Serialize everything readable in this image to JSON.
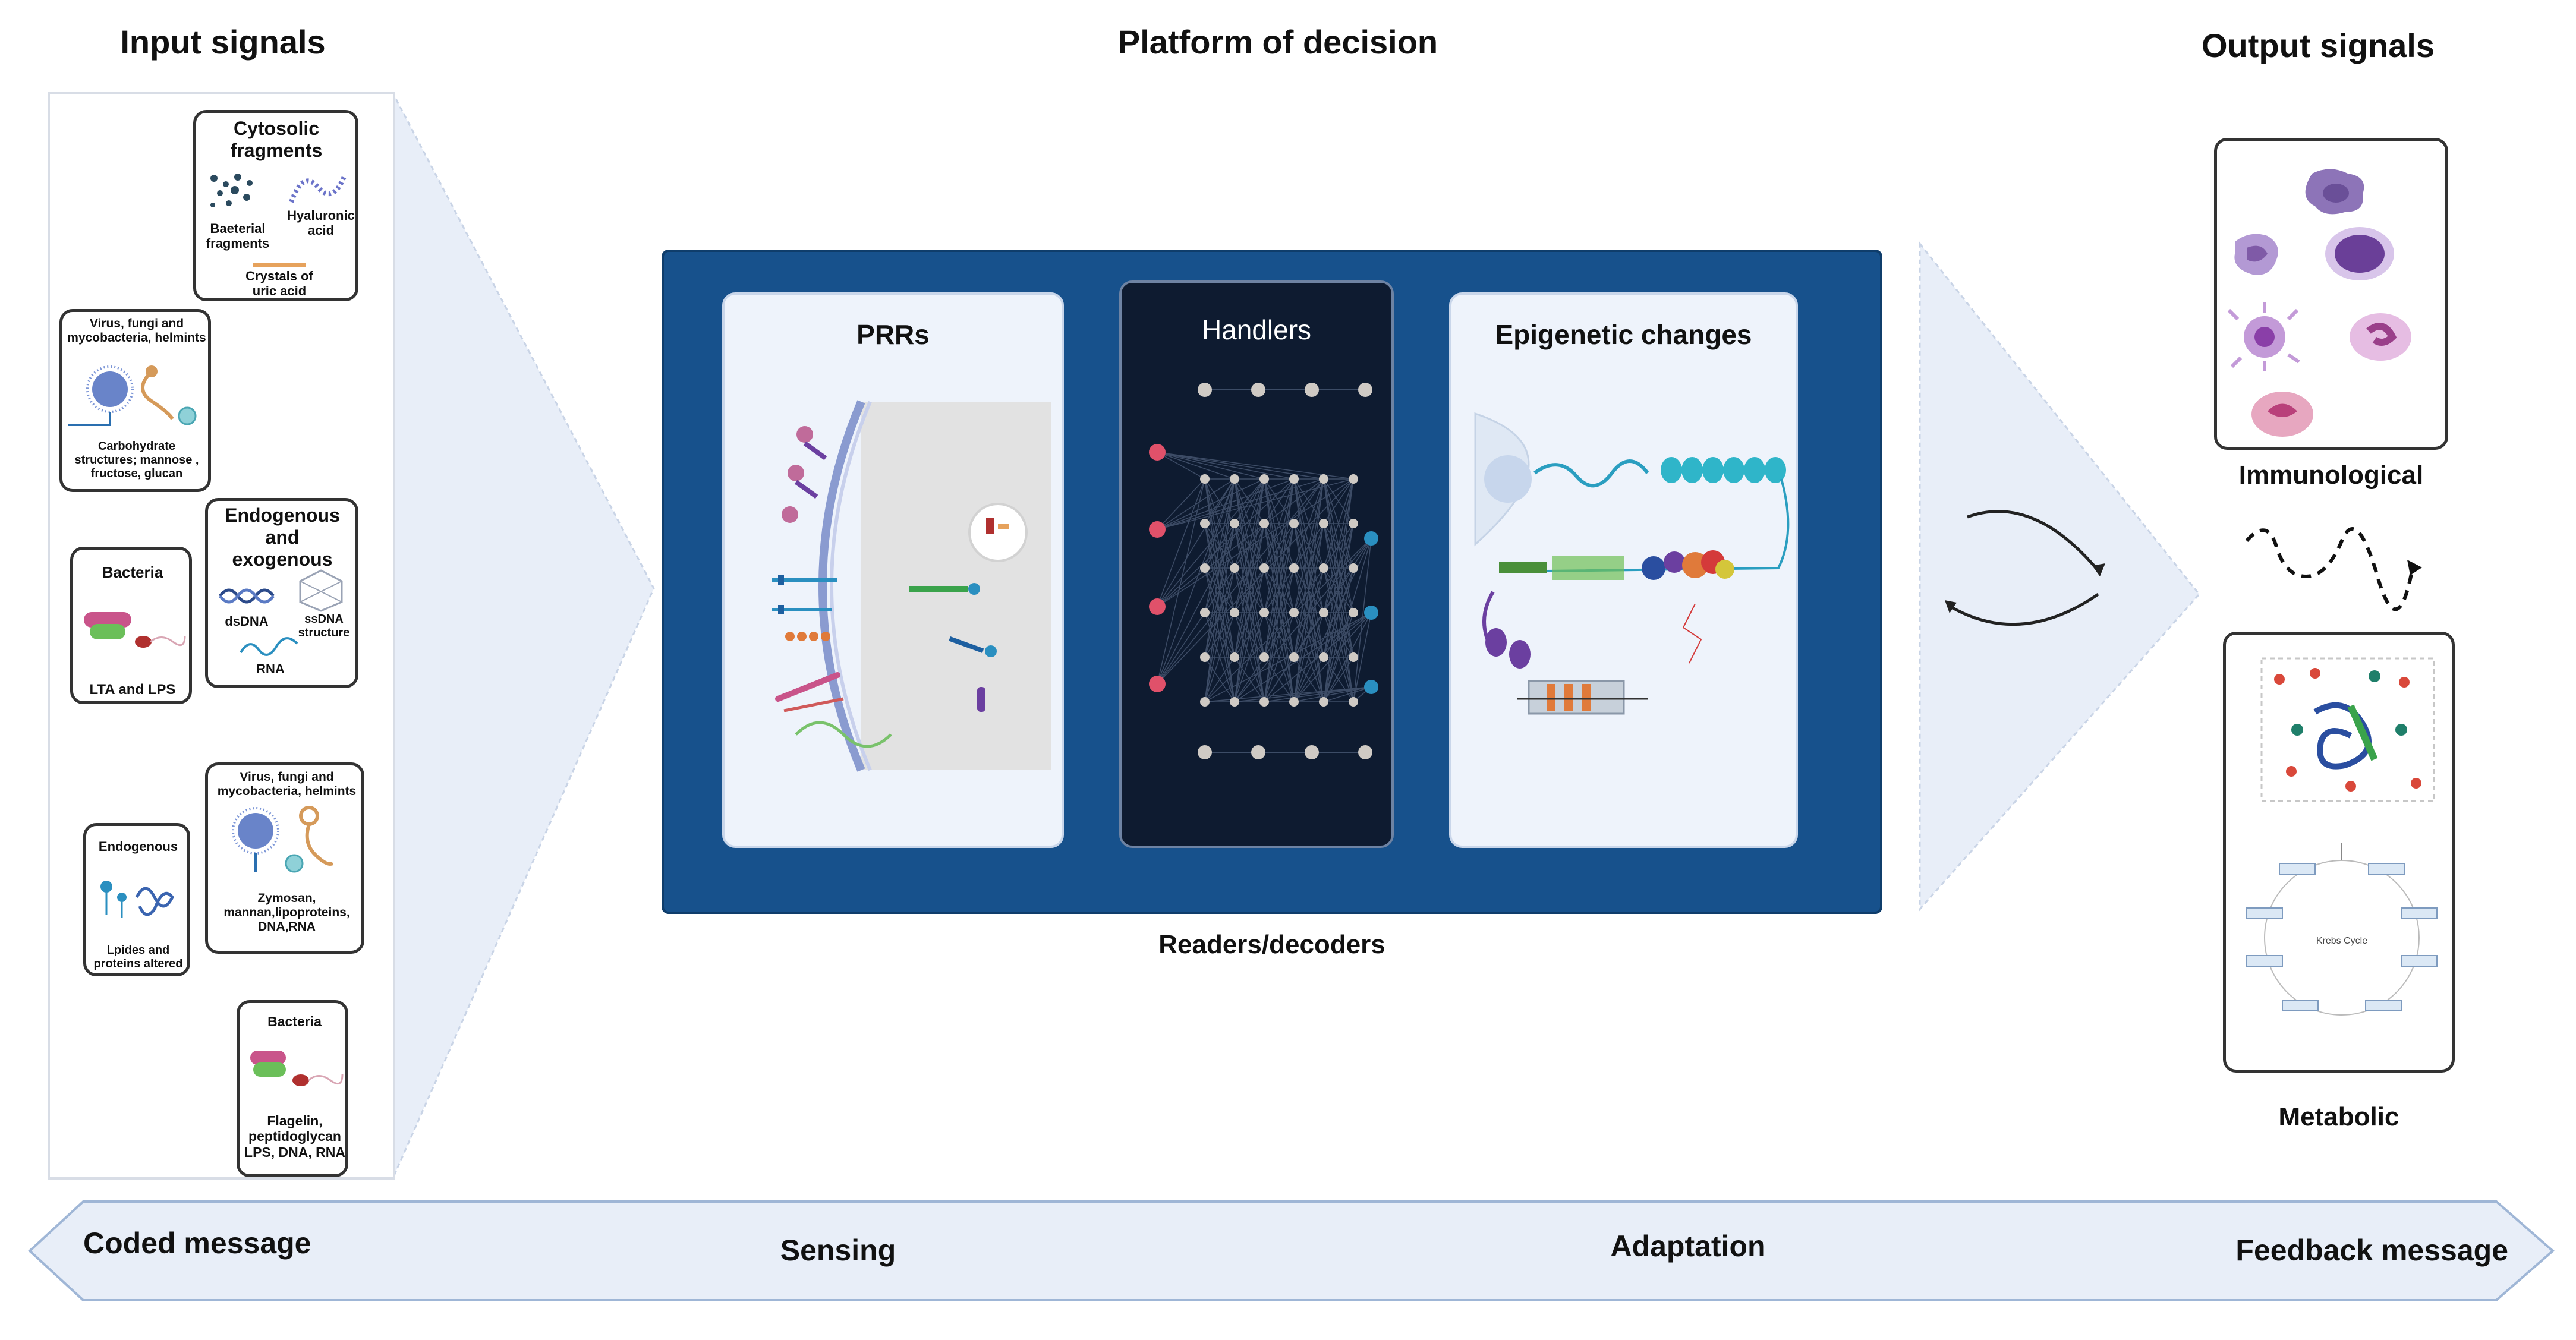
{
  "headers": {
    "input": "Input signals",
    "platform": "Platform of decision",
    "output": "Output signals"
  },
  "input_boxes": {
    "cytosolic": {
      "title": "Cytosolic fragments",
      "bacterial": "Baeterial fragments",
      "hyaluronic": "Hyaluronic acid",
      "crystals": "Crystals of uric acid"
    },
    "virus1": {
      "title": "Virus, fungi and mycobacteria, helmints",
      "caption": "Carbohydrate structures; mannose , fructose, glucan"
    },
    "endo_exo": {
      "title": "Endogenous and exogenous",
      "dsdna": "dsDNA",
      "ssdna": "ssDNA structure",
      "rna": "RNA"
    },
    "bacteria1": {
      "title": "Bacteria",
      "caption": "LTA and LPS"
    },
    "virus2": {
      "title": "Virus, fungi and mycobacteria, helmints",
      "caption": "Zymosan, mannan,lipoproteins, DNA,RNA"
    },
    "endogenous": {
      "title": "Endogenous",
      "caption": "Lpides and proteins altered"
    },
    "bacteria2": {
      "title": "Bacteria",
      "caption": "Flagelin, peptidoglycan LPS, DNA, RNA"
    }
  },
  "platform": {
    "prrs": "PRRs",
    "handlers": "Handlers",
    "epigenetic": "Epigenetic changes",
    "readers": "Readers/decoders",
    "krebs": "Krebs Cycle"
  },
  "outputs": {
    "immunological": "Immunological",
    "metabolic": "Metabolic"
  },
  "bottom": {
    "coded": "Coded message",
    "sensing": "Sensing",
    "adaptation": "Adaptation",
    "feedback": "Feedback message"
  },
  "colors": {
    "platform_bg": "#17518c",
    "panel_bg": "#eef3fb",
    "handlers_bg": "#0e1b30",
    "arrow_fill": "#e8eef8",
    "node_grey": "#cfcac4",
    "node_red": "#e0516a",
    "node_blue": "#2a8fc0"
  }
}
